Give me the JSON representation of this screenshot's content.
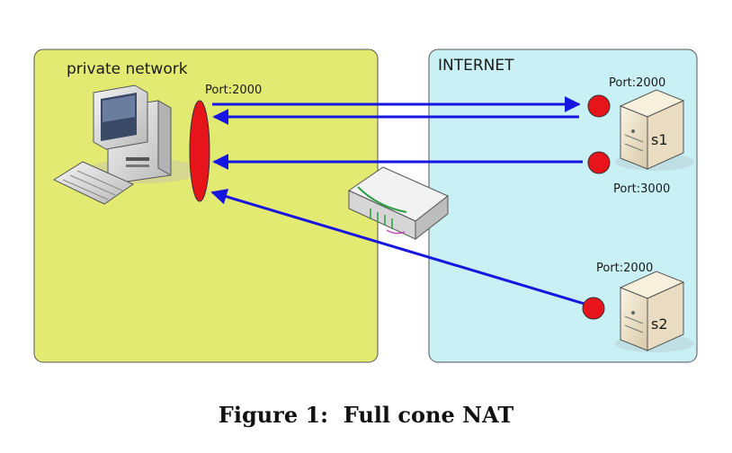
{
  "zones": {
    "private": {
      "label": "private network",
      "fill": "#e3ea72"
    },
    "internet": {
      "label": "INTERNET",
      "fill": "#c9f0f4"
    }
  },
  "nat_port": {
    "label": "Port:2000",
    "color": "#e8141b"
  },
  "servers": [
    {
      "name": "s1",
      "ports": [
        "Port:2000",
        "Port:3000"
      ]
    },
    {
      "name": "s2",
      "ports": [
        "Port:2000"
      ]
    }
  ],
  "arrow_color": "#1616e0",
  "caption": "Figure 1:  Full cone NAT"
}
